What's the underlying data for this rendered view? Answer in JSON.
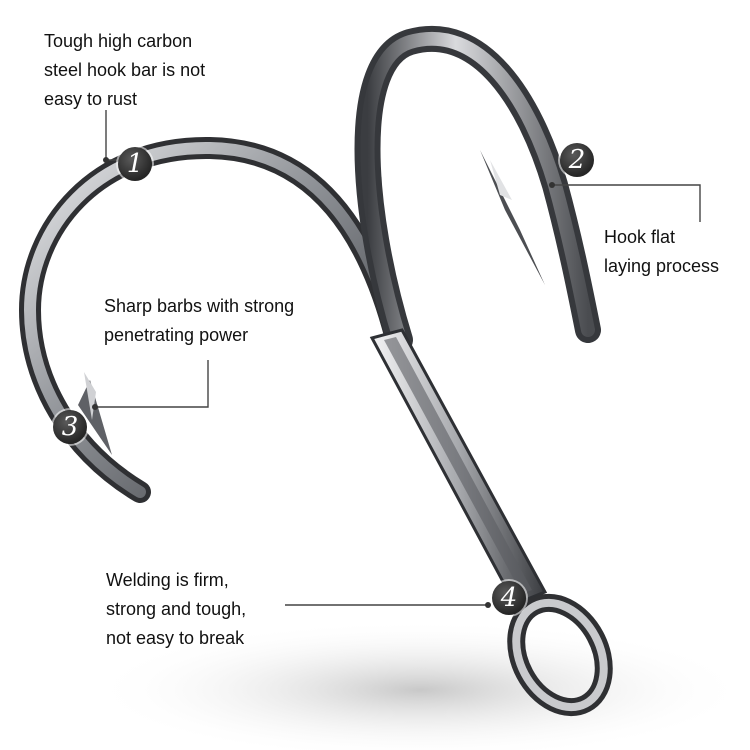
{
  "callouts": [
    {
      "number": "1",
      "text": "Tough high carbon\nsteel hook bar is not\neasy to rust"
    },
    {
      "number": "2",
      "text": "Hook flat\nlaying process"
    },
    {
      "number": "3",
      "text": "Sharp barbs with strong\npenetrating power"
    },
    {
      "number": "4",
      "text": "Welding is firm,\nstrong and tough,\nnot easy to break"
    }
  ],
  "colors": {
    "background": "#ffffff",
    "metal_dark": "#2f3033",
    "metal_light": "#e6e7e9",
    "badge": "#2e2e2e",
    "text": "#111111"
  }
}
